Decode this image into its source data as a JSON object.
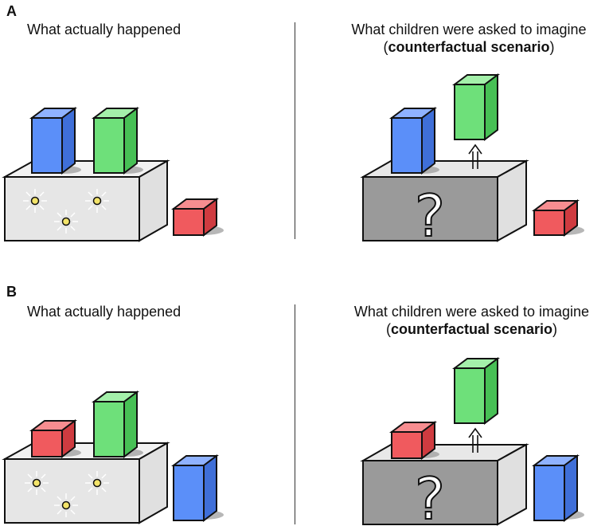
{
  "panels": [
    {
      "letter": "A",
      "left_caption": "What actually happened",
      "right_caption_line1": "What children were asked to imagine",
      "right_caption_open": "(",
      "right_caption_bold": "counterfactual scenario",
      "right_caption_close": ")"
    },
    {
      "letter": "B",
      "left_caption": "What actually happened",
      "right_caption_line1": "What children were asked to imagine",
      "right_caption_open": "(",
      "right_caption_bold": "counterfactual scenario",
      "right_caption_close": ")"
    }
  ],
  "question_mark": "?",
  "colors": {
    "blue": "#5b8ff9",
    "green": "#6ee07a",
    "red": "#f05a5e",
    "box_light_front": "#e6e6e6",
    "box_light_top": "#f2f2f2",
    "box_dark_front": "#9a9a9a",
    "box_side": "#e0e0e0",
    "light_dot": "#f3e46a"
  }
}
